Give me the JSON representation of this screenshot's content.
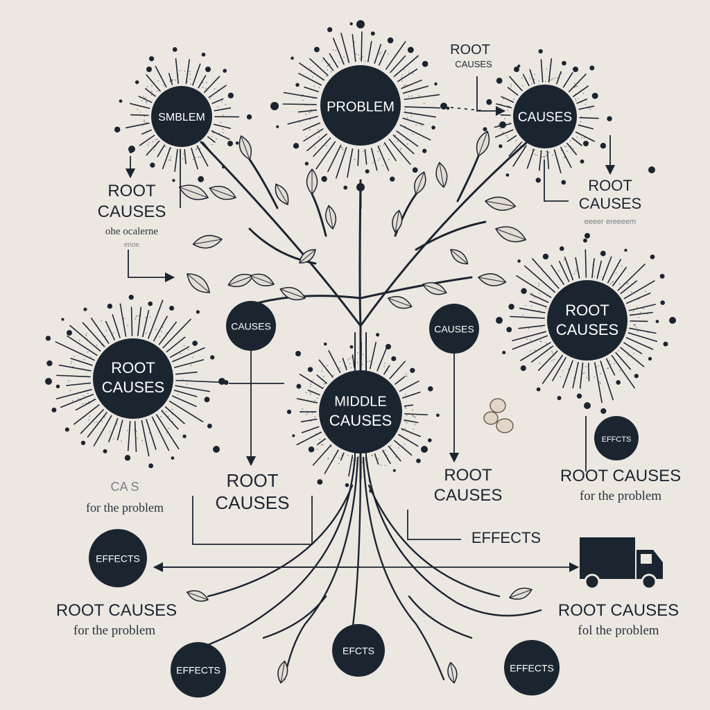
{
  "colors": {
    "background": "#ece8e1",
    "node_fill": "#1b2530",
    "line": "#1c2430",
    "leaf_fill": "#e2dcd3"
  },
  "nodes": {
    "problem": "PROBLEM",
    "symblem": "SMBLEM",
    "causes_top_right": "CAUSES",
    "causes_mid_left": "CAUSES",
    "causes_mid_right": "CAUSES",
    "middle_causes": [
      "MIDDLE",
      "CAUSES"
    ],
    "root_causes_left": [
      "ROOT",
      "CAUSES"
    ],
    "root_causes_right": [
      "ROOT",
      "CAUSES"
    ],
    "effects_left": "EFFECTS",
    "effects_right_small": "EFFCTS",
    "effects_bottom_left": "EFFECTS",
    "effects_bottom_center": "EFCTS",
    "effects_bottom_right": "EFFECTS"
  },
  "labels": {
    "top_root": "ROOT",
    "top_causes": "CAUSES",
    "left_root": "ROOT",
    "left_causes": "CAUSES",
    "left_sub1": "ohe ocalerne",
    "left_sub2": "enoe",
    "right_root": "ROOT",
    "right_causes": "CAUSES",
    "right_sub": "eeeer ereeeem",
    "center_left_root": "ROOT",
    "center_left_causes": "CAUSES",
    "center_right_root": "ROOT",
    "center_right_causes": "CAUSES",
    "right_root_causes": "ROOT CAUSES",
    "right_for_problem": "for the problem",
    "left_faded": "CA         S",
    "left_for_problem": "for the problem",
    "effects_text": "EFFECTS",
    "bottom_left_root_causes": "ROOT CAUSES",
    "bottom_left_for_problem": "for the problem",
    "bottom_right_root_causes": "ROOT CAUSES",
    "bottom_right_for_problem": "fol the problem"
  },
  "icons": [
    "truck-icon",
    "leaf-icon",
    "nut-icon",
    "arrow-down-icon",
    "arrow-left-icon",
    "arrow-right-icon"
  ]
}
